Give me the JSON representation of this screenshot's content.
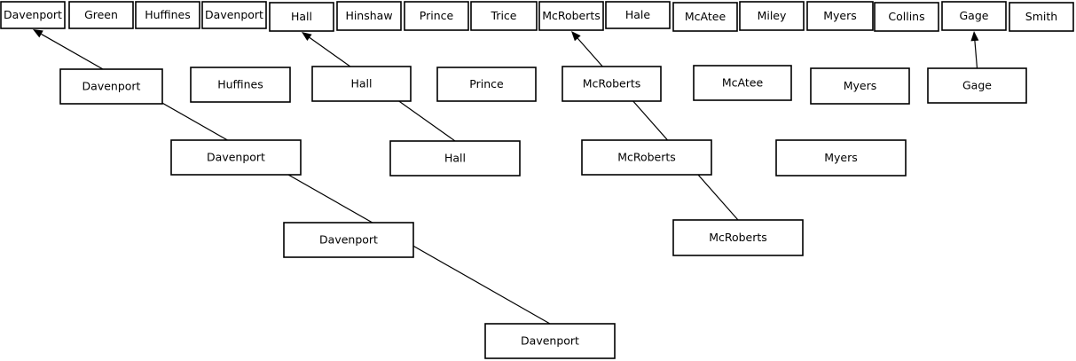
{
  "colors": {
    "background": "#ffffff",
    "stroke": "#000000",
    "text": "#000000"
  },
  "rounds": [
    {
      "round": 1,
      "entrants": [
        {
          "id": "r1-davenport",
          "label": "Davenport"
        },
        {
          "id": "r1-green",
          "label": "Green"
        },
        {
          "id": "r1-huffines",
          "label": "Huffines"
        },
        {
          "id": "r1-davenport-2",
          "label": "Davenport"
        },
        {
          "id": "r1-hall",
          "label": "Hall"
        },
        {
          "id": "r1-hinshaw",
          "label": "Hinshaw"
        },
        {
          "id": "r1-prince",
          "label": "Prince"
        },
        {
          "id": "r1-trice",
          "label": "Trice"
        },
        {
          "id": "r1-mcroberts",
          "label": "McRoberts"
        },
        {
          "id": "r1-hale",
          "label": "Hale"
        },
        {
          "id": "r1-mcatee",
          "label": "McAtee"
        },
        {
          "id": "r1-miley",
          "label": "Miley"
        },
        {
          "id": "r1-myers",
          "label": "Myers"
        },
        {
          "id": "r1-collins",
          "label": "Collins"
        },
        {
          "id": "r1-gage",
          "label": "Gage"
        },
        {
          "id": "r1-smith",
          "label": "Smith"
        }
      ]
    },
    {
      "round": 2,
      "entrants": [
        {
          "id": "r2-davenport",
          "label": "Davenport"
        },
        {
          "id": "r2-huffines",
          "label": "Huffines"
        },
        {
          "id": "r2-hall",
          "label": "Hall"
        },
        {
          "id": "r2-prince",
          "label": "Prince"
        },
        {
          "id": "r2-mcroberts",
          "label": "McRoberts"
        },
        {
          "id": "r2-mcatee",
          "label": "McAtee"
        },
        {
          "id": "r2-myers",
          "label": "Myers"
        },
        {
          "id": "r2-gage",
          "label": "Gage"
        }
      ]
    },
    {
      "round": 3,
      "entrants": [
        {
          "id": "r3-davenport",
          "label": "Davenport"
        },
        {
          "id": "r3-hall",
          "label": "Hall"
        },
        {
          "id": "r3-mcroberts",
          "label": "McRoberts"
        },
        {
          "id": "r3-myers",
          "label": "Myers"
        }
      ]
    },
    {
      "round": 4,
      "entrants": [
        {
          "id": "r4-davenport",
          "label": "Davenport"
        },
        {
          "id": "r4-mcroberts",
          "label": "McRoberts"
        }
      ]
    },
    {
      "round": 5,
      "entrants": [
        {
          "id": "r5-davenport",
          "label": "Davenport"
        }
      ]
    }
  ],
  "edges": [
    {
      "from": "r5-davenport",
      "to": "r1-davenport"
    },
    {
      "from": "r3-hall",
      "to": "r1-hall"
    },
    {
      "from": "r4-mcroberts",
      "to": "r1-mcroberts"
    },
    {
      "from": "r2-gage",
      "to": "r1-gage"
    }
  ]
}
